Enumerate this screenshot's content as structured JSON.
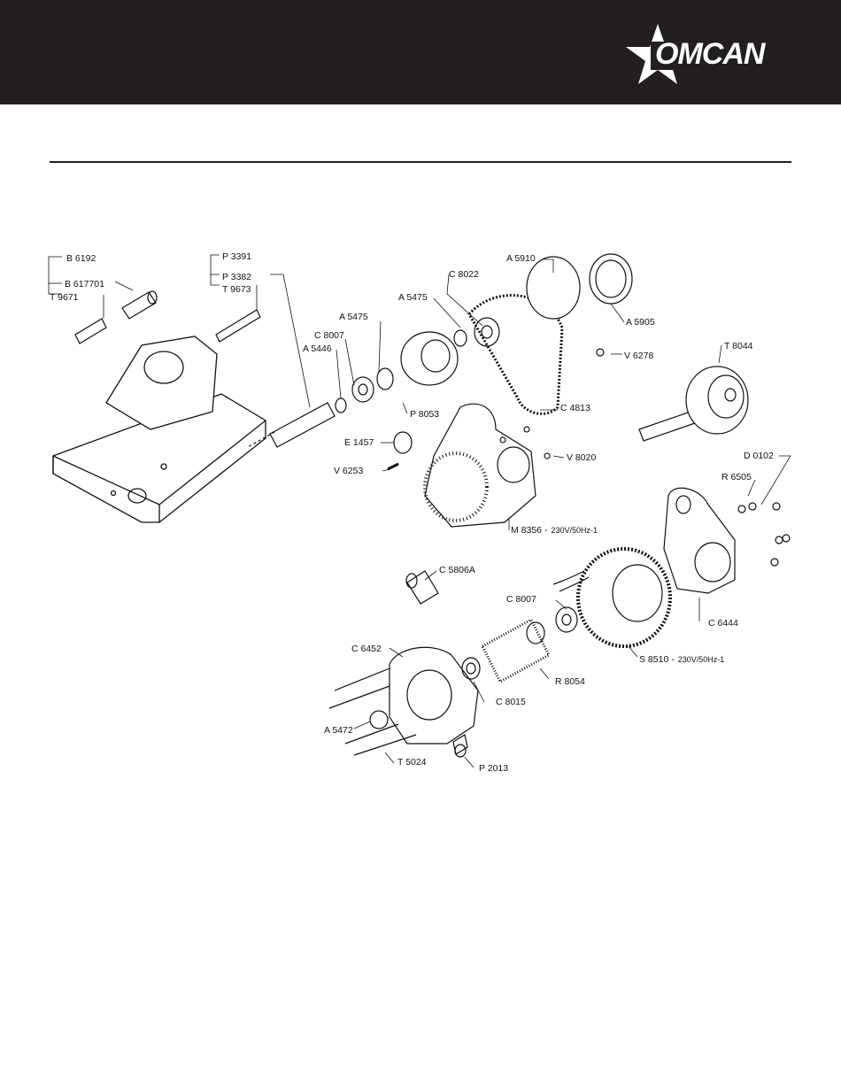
{
  "brand": {
    "name": "OMCAN",
    "header_color": "#231f20"
  },
  "parts": [
    {
      "code": "B 6192"
    },
    {
      "code": "B 617701"
    },
    {
      "code": "T 9671"
    },
    {
      "code": "P 3391"
    },
    {
      "code": "P 3382"
    },
    {
      "code": "T 9673"
    },
    {
      "code": "A 5475"
    },
    {
      "code": "C 8007"
    },
    {
      "code": "A 5446"
    },
    {
      "code": "A 5475"
    },
    {
      "code": "C 8022"
    },
    {
      "code": "A 5910"
    },
    {
      "code": "A 5905"
    },
    {
      "code": "V 6278"
    },
    {
      "code": "T 8044"
    },
    {
      "code": "P 8053"
    },
    {
      "code": "C 4813"
    },
    {
      "code": "E 1457"
    },
    {
      "code": "V 6253"
    },
    {
      "code": "V 8020"
    },
    {
      "code": "M 8356 -",
      "note": "230V/50Hz-1"
    },
    {
      "code": "D 0102"
    },
    {
      "code": "R 6505"
    },
    {
      "code": "C 5806A"
    },
    {
      "code": "C 8007"
    },
    {
      "code": "C 6444"
    },
    {
      "code": "C 6452"
    },
    {
      "code": "S 8510 -",
      "note": "230V/50Hz-1"
    },
    {
      "code": "R 8054"
    },
    {
      "code": "C 8015"
    },
    {
      "code": "A 5472"
    },
    {
      "code": "T 5024"
    },
    {
      "code": "P 2013"
    }
  ]
}
